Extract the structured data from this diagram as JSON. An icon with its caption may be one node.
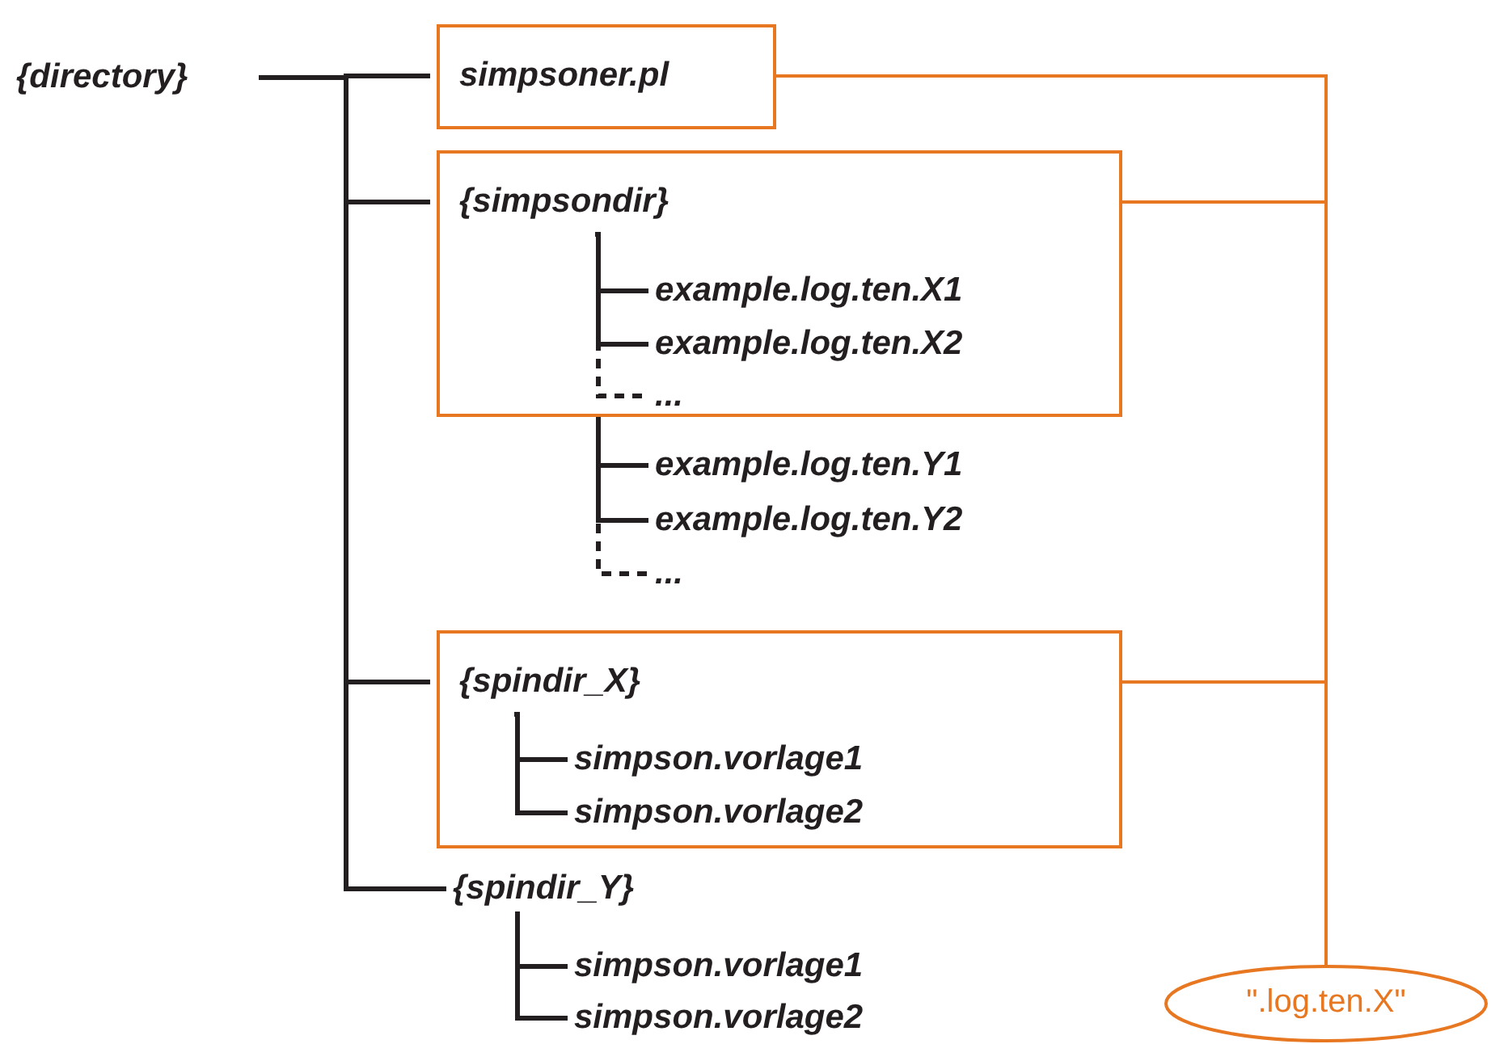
{
  "diagram": {
    "nodes": [
      {
        "text": [
          "{directory}"
        ]
      },
      {
        "text": [
          "simpsoner.pl"
        ]
      },
      {
        "text": [
          "{simpsondir}"
        ]
      },
      {
        "text": [
          "example.log.ten.X1"
        ],
        "in": 2
      },
      {
        "text": [
          "example.log.ten.X2"
        ],
        "in": 2
      },
      {
        "text": [
          "..."
        ],
        "in": 2
      },
      {
        "text": [
          "example.log.ten.Y1"
        ]
      },
      {
        "text": [
          "example.log.ten.Y2"
        ]
      },
      {
        "text": [
          "..."
        ]
      },
      {
        "text": [
          "{spindir_X}"
        ]
      },
      {
        "text": [
          "simpson.vorlage1"
        ],
        "in": 9
      },
      {
        "text": [
          "simpson.vorlage2"
        ],
        "in": 9
      },
      {
        "text": [
          "{spindir_Y}"
        ]
      },
      {
        "text": [
          "simpson.vorlage1"
        ]
      },
      {
        "text": [
          "simpson.vorlage2"
        ]
      },
      {
        "text": [
          "\".log.ten.X\""
        ]
      }
    ],
    "edges": [
      {
        "from": 0,
        "to": 1,
        "arrow": "none"
      },
      {
        "from": 0,
        "to": 2,
        "arrow": "none"
      },
      {
        "from": 0,
        "to": 9,
        "arrow": "none"
      },
      {
        "from": 0,
        "to": 12,
        "arrow": "none"
      },
      {
        "from": 2,
        "to": 3,
        "arrow": "none"
      },
      {
        "from": 2,
        "to": 4,
        "arrow": "none"
      },
      {
        "from": 2,
        "to": 5,
        "arrow": "none",
        "style": "dashed"
      },
      {
        "from": 2,
        "to": 6,
        "arrow": "none"
      },
      {
        "from": 2,
        "to": 7,
        "arrow": "none"
      },
      {
        "from": 2,
        "to": 8,
        "arrow": "none",
        "style": "dashed"
      },
      {
        "from": 9,
        "to": 10,
        "arrow": "none"
      },
      {
        "from": 9,
        "to": 11,
        "arrow": "none"
      },
      {
        "from": 12,
        "to": 13,
        "arrow": "none"
      },
      {
        "from": 12,
        "to": 14,
        "arrow": "none"
      },
      {
        "from": 1,
        "to": 15,
        "arrow": "none",
        "color": "#e87722"
      },
      {
        "from": 2,
        "to": 15,
        "arrow": "none",
        "color": "#e87722"
      },
      {
        "from": 9,
        "to": 15,
        "arrow": "none",
        "color": "#e87722"
      }
    ]
  }
}
